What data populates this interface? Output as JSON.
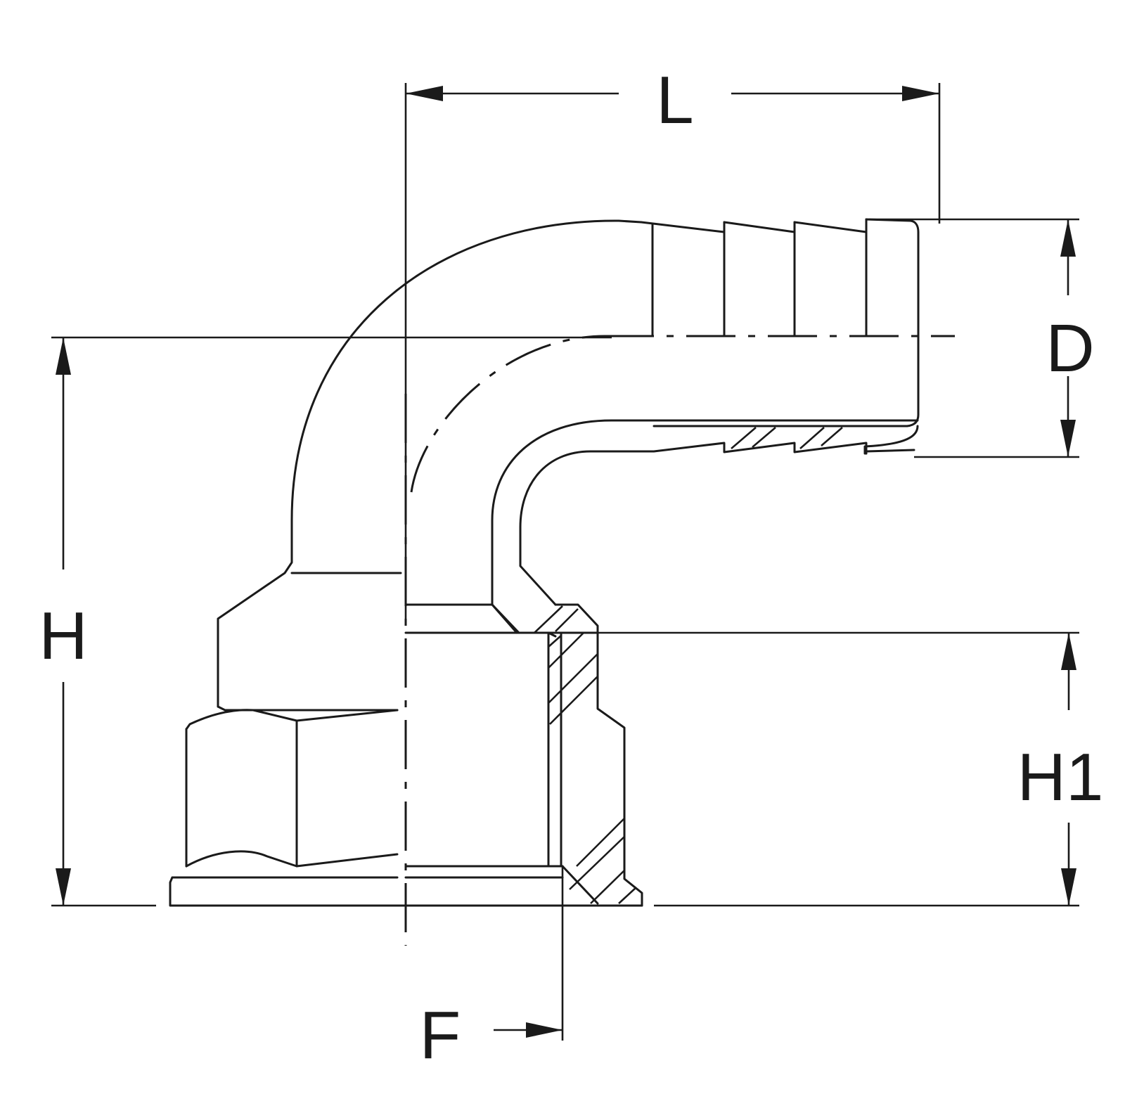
{
  "diagram": {
    "labels": {
      "length": "L",
      "diameter": "D",
      "height": "H",
      "thread_height": "H1",
      "thread": "F"
    }
  }
}
